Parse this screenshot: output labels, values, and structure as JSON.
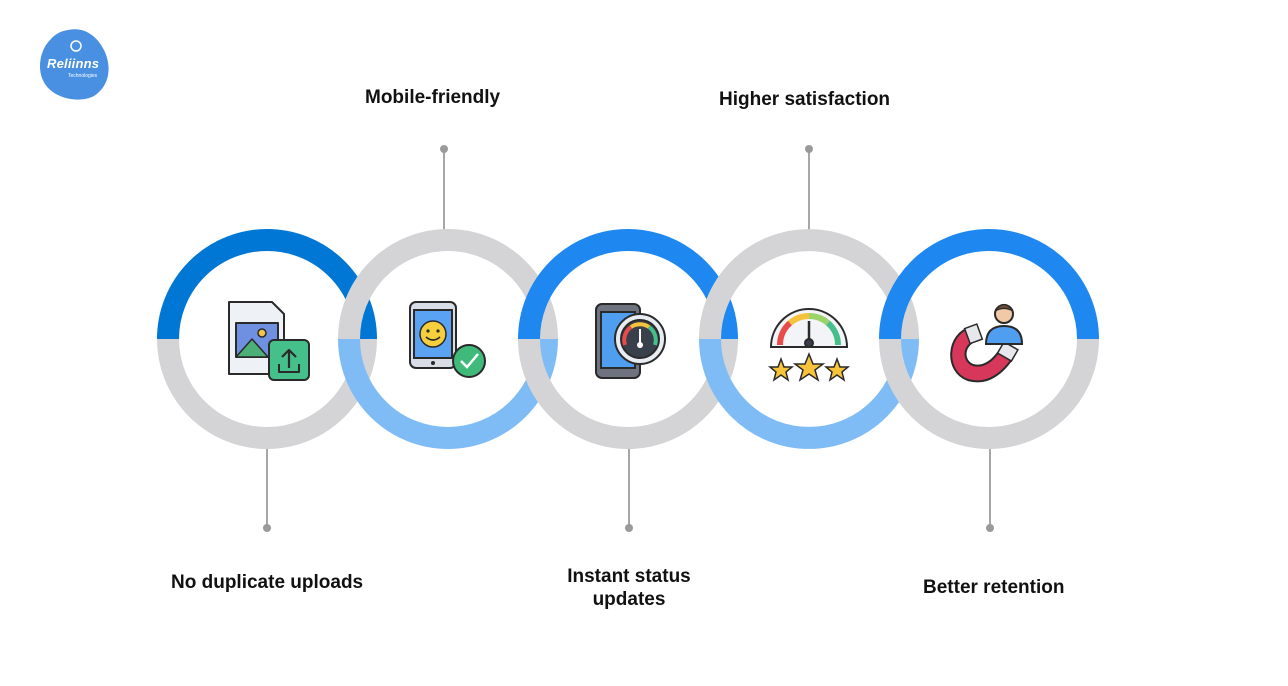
{
  "brand": {
    "logo_text": "Reliinns",
    "logo_subtext": "Technologies",
    "color": "#4a90e2"
  },
  "colors": {
    "ring_blue_dark": "#0077d4",
    "ring_blue_mid": "#1e88f0",
    "ring_blue_light": "#7fbcf5",
    "ring_gray": "#d4d4d6",
    "connector": "#a6a6a6"
  },
  "features": [
    {
      "label": "No duplicate uploads",
      "icon": "file-upload-icon",
      "label_position": "bottom"
    },
    {
      "label": "Mobile-friendly",
      "icon": "smartphone-smile-icon",
      "label_position": "top"
    },
    {
      "label": "Instant status updates",
      "icon": "phone-speedometer-icon",
      "label_position": "bottom"
    },
    {
      "label": "Higher satisfaction",
      "icon": "gauge-stars-icon",
      "label_position": "top"
    },
    {
      "label": "Better retention",
      "icon": "magnet-user-icon",
      "label_position": "bottom"
    }
  ]
}
